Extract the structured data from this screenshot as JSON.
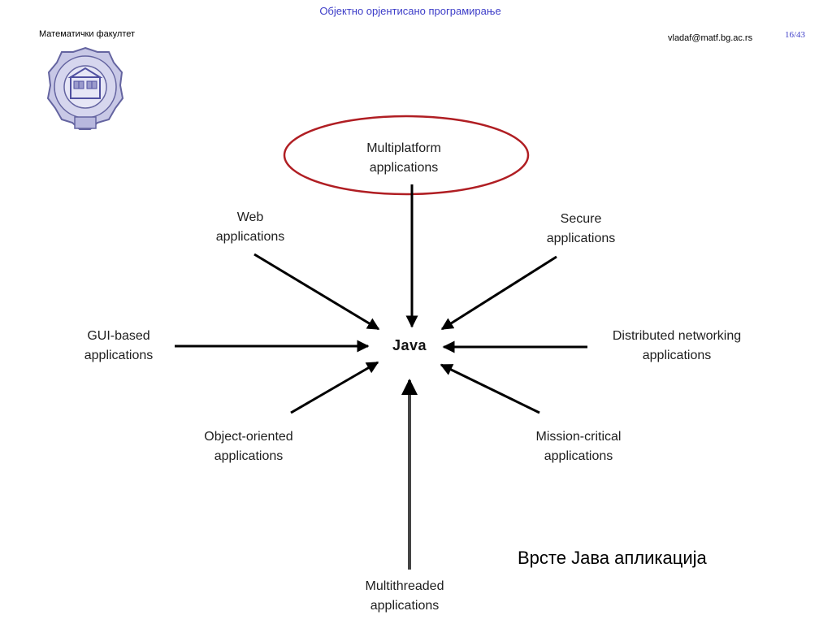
{
  "header": {
    "course_title": "Објектно орјентисано програмирање",
    "faculty": "Математички факултет",
    "email": "vladaf@matf.bg.ac.rs",
    "page": "16/43"
  },
  "diagram": {
    "center": "Java",
    "nodes": {
      "multiplatform": [
        "Multiplatform",
        "applications"
      ],
      "web": [
        "Web",
        "applications"
      ],
      "secure": [
        "Secure",
        "applications"
      ],
      "gui": [
        "GUI-based",
        "applications"
      ],
      "distributed": [
        "Distributed networking",
        "applications"
      ],
      "object_oriented": [
        "Object-oriented",
        "applications"
      ],
      "mission_critical": [
        "Mission-critical",
        "applications"
      ],
      "multithreaded": [
        "Multithreaded",
        "applications"
      ]
    },
    "highlighted_node": "multiplatform",
    "highlight_color": "#b01e23"
  },
  "caption": "Врсте Јава апликација",
  "colors": {
    "header_text": "#3d3dc8",
    "logo_fill": "#c8c8e6",
    "logo_stroke": "#6464a0"
  }
}
